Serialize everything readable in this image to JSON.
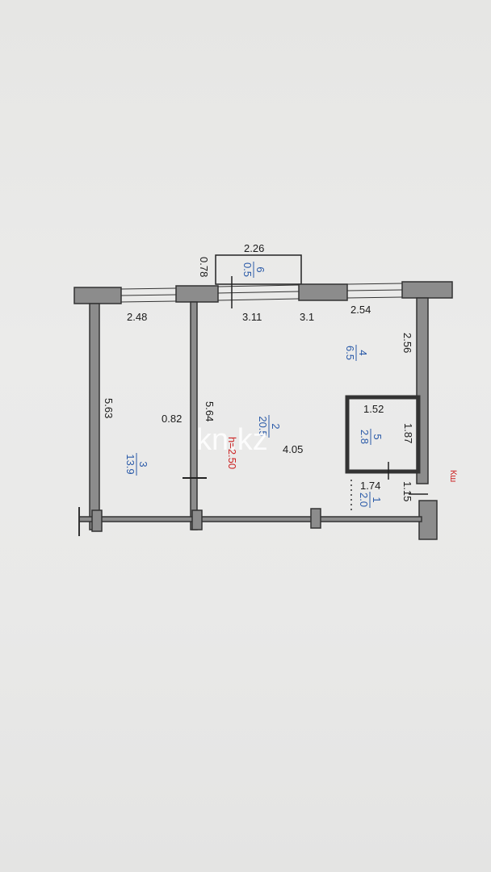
{
  "dimensions": {
    "balcony_width": "2.26",
    "balcony_depth": "0.78",
    "wall_2_48": "2.48",
    "wall_3_11": "3.11",
    "wall_3_11_b": "3.1",
    "wall_2_54": "2.54",
    "wall_2_56": "2.56",
    "wall_5_63": "5.63",
    "wall_5_64": "5.64",
    "wall_0_82": "0.82",
    "wall_4_05": "4.05",
    "wall_1_52": "1.52",
    "wall_1_87": "1.87",
    "wall_1_74": "1.74",
    "wall_1_15": "1.15"
  },
  "rooms": [
    {
      "number": "6",
      "area": "0.5"
    },
    {
      "number": "4",
      "area": "6.5"
    },
    {
      "number": "2",
      "area": "20.5"
    },
    {
      "number": "3",
      "area": "13.9"
    },
    {
      "number": "5",
      "area": "2.8"
    },
    {
      "number": "1",
      "area": "2.0"
    }
  ],
  "ceiling_height": "h=2.50",
  "side_label": "Кш",
  "watermark": "kn.kz",
  "colors": {
    "wall": "#8c8c8c",
    "wall_dark": "#3a3a3a",
    "room_text": "#2a5aa8",
    "height_text": "#cc2222"
  }
}
